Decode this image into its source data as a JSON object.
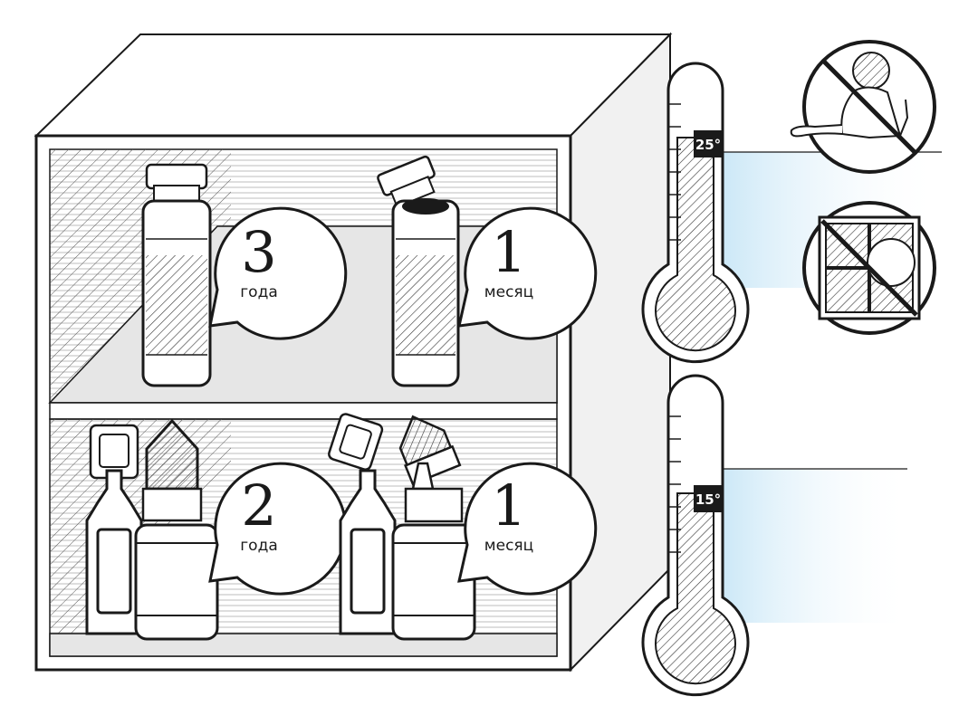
{
  "shelves": [
    {
      "id": "top",
      "bubbles": [
        {
          "number": "3",
          "unit": "года"
        },
        {
          "number": "1",
          "unit": "месяц"
        }
      ]
    },
    {
      "id": "bottom",
      "bubbles": [
        {
          "number": "2",
          "unit": "года"
        },
        {
          "number": "1",
          "unit": "месяц"
        }
      ]
    }
  ],
  "thermometers": [
    {
      "label": "25°",
      "level": 0.7
    },
    {
      "label": "15°",
      "level": 0.45
    }
  ],
  "warnings": [
    {
      "icon": "no-children-icon"
    },
    {
      "icon": "no-sunlight-icon"
    }
  ],
  "colors": {
    "line": "#1a1a1a",
    "cabinet_side": "#f1f1f1",
    "shelf_back": "#dcdcdc",
    "shelf_floor": "#e9e9e9",
    "cold_glow": "#cfe9f7"
  }
}
